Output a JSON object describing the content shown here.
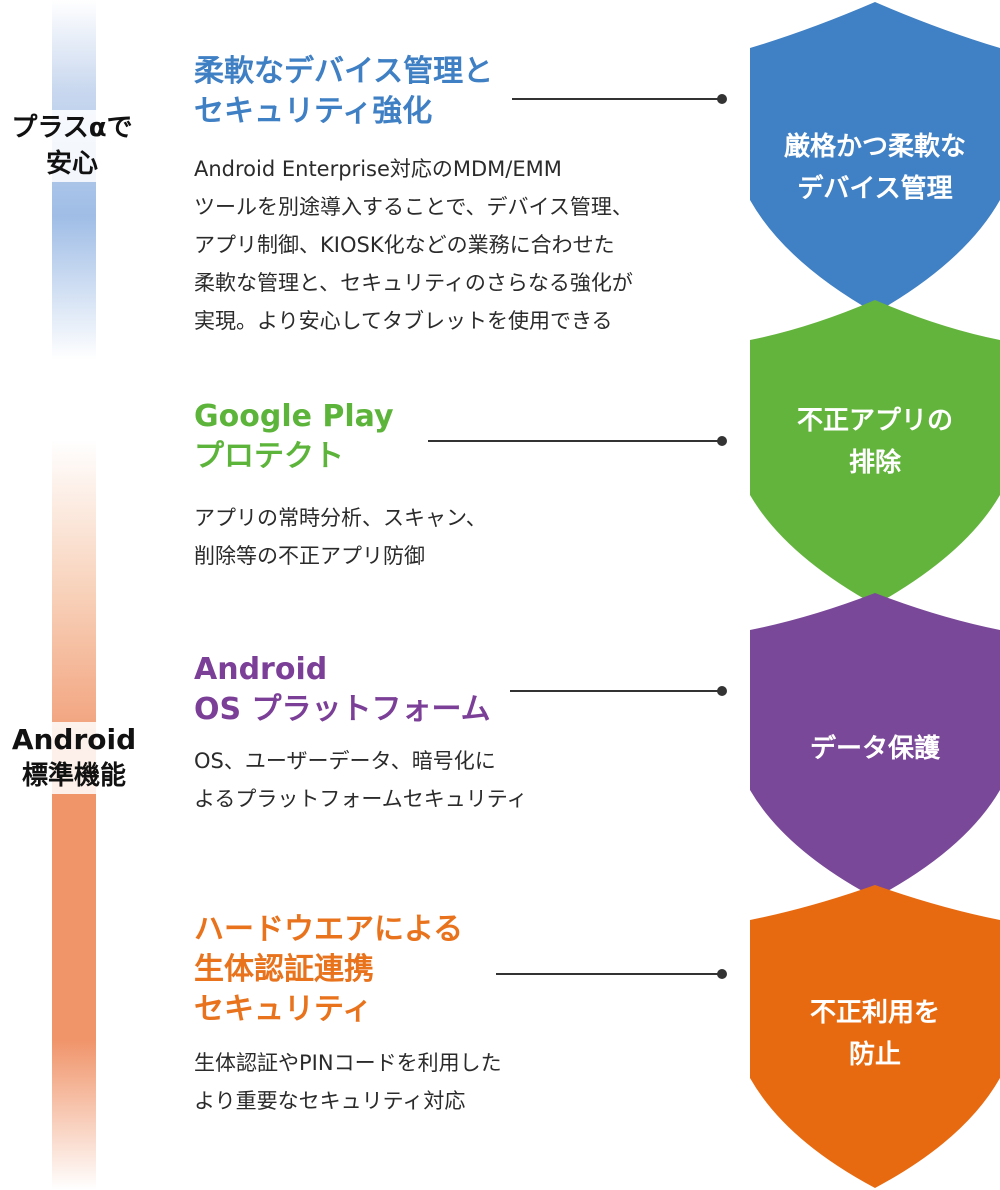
{
  "side_labels": {
    "top": [
      "プラスαで",
      "安心"
    ],
    "bottom": [
      "Android",
      "標準機能"
    ]
  },
  "sections": [
    {
      "heading": [
        "柔軟なデバイス管理と",
        "セキュリティ強化"
      ],
      "color": "#3f7fc4",
      "desc": [
        "Android Enterprise対応のMDM/EMM",
        "ツールを別途導入することで、デバイス管理、",
        "アプリ制御、KIOSK化などの業務に合わせた",
        "柔軟な管理と、セキュリティのさらなる強化が",
        "実現。より安心してタブレットを使用できる"
      ]
    },
    {
      "heading": [
        "Google Play",
        "プロテクト"
      ],
      "color": "#5db43a",
      "desc": [
        "アプリの常時分析、スキャン、",
        "削除等の不正アプリ防御"
      ]
    },
    {
      "heading": [
        "Android",
        "OS プラットフォーム"
      ],
      "color": "#7b3f98",
      "desc": [
        "OS、ユーザーデータ、暗号化に",
        "よるプラットフォームセキュリティ"
      ]
    },
    {
      "heading": [
        "ハードウエアによる",
        "生体認証連携",
        "セキュリティ"
      ],
      "color": "#e8731c",
      "desc": [
        "生体認証やPINコードを利用した",
        "より重要なセキュリティ対応"
      ]
    }
  ],
  "shields": [
    {
      "label": [
        "厳格かつ柔軟な",
        "デバイス管理"
      ],
      "color": "#4080c4"
    },
    {
      "label": [
        "不正アプリの",
        "排除"
      ],
      "color": "#63b43c"
    },
    {
      "label": [
        "データ保護"
      ],
      "color": "#7a4898"
    },
    {
      "label": [
        "不正利用を",
        "防止"
      ],
      "color": "#e86a10"
    }
  ]
}
